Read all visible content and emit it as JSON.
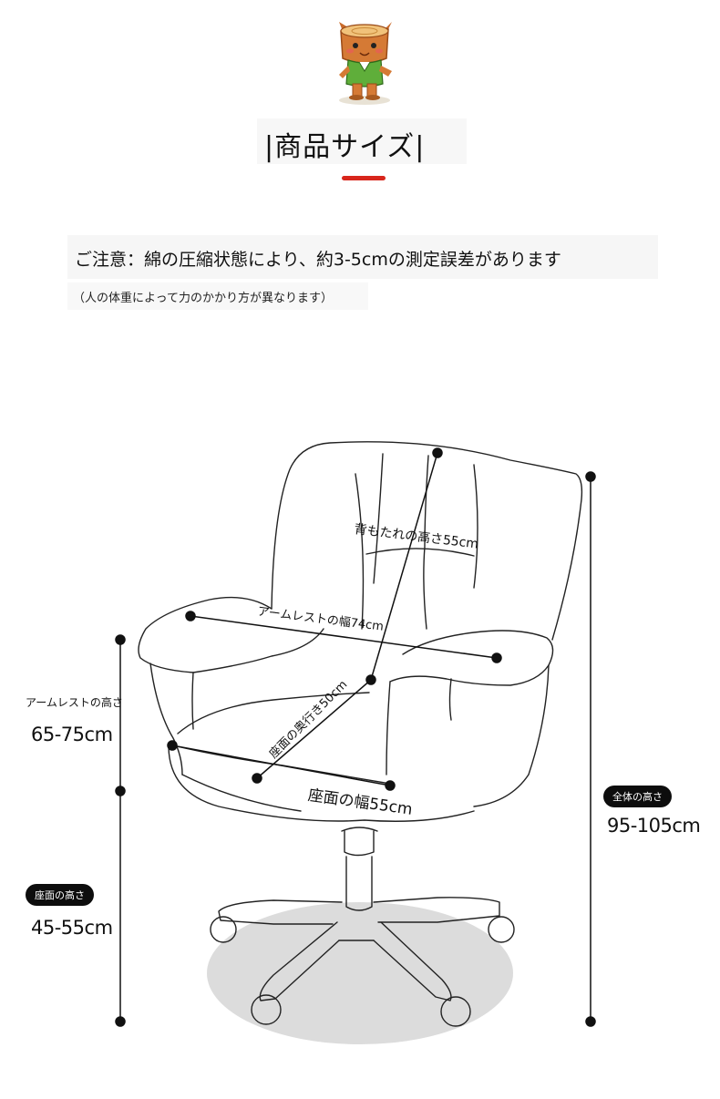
{
  "header": {
    "title": "|商品サイズ|",
    "accent_color": "#d8261c",
    "mascot_icon": "tree-stump-mascot-icon"
  },
  "notice": {
    "main": "ご注意：綿の圧縮状態により、約3-5cmの測定誤差があります",
    "sub": "（人の体重によって力のかかり方が異なります）"
  },
  "dimensions": {
    "backrest_height": "背もたれの高さ55cm",
    "armrest_width": "アームレストの幅74cm",
    "seat_depth": "座面の奥行き50cm",
    "seat_width": "座面の幅55cm",
    "armrest_height_label": "アームレストの高さ",
    "armrest_height_value": "65-75cm",
    "seat_height_label": "座面の高さ",
    "seat_height_value": "45-55cm",
    "total_height_label": "全体の高さ",
    "total_height_value": "95-105cm"
  }
}
